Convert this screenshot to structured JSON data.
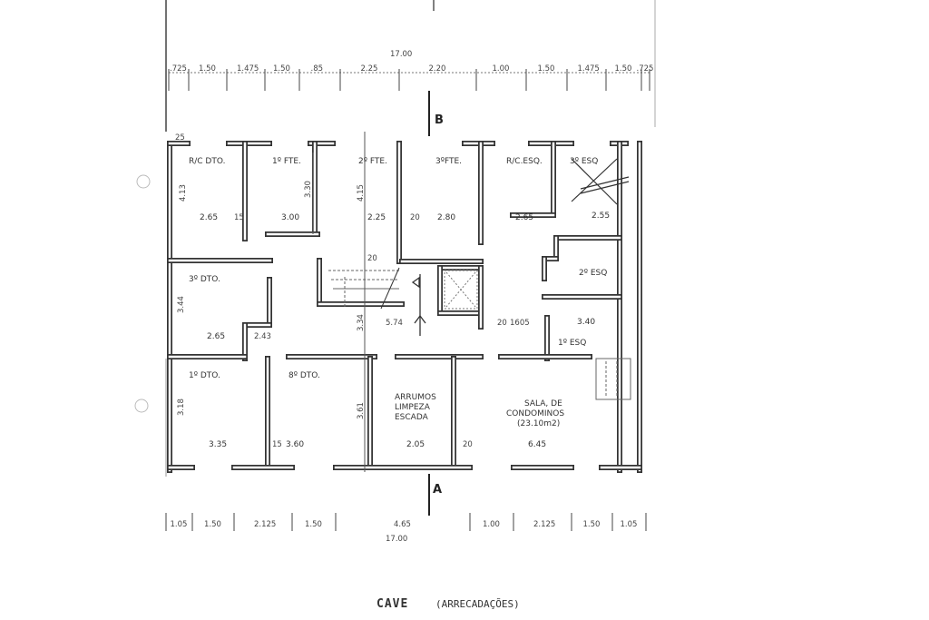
{
  "title": {
    "main": "CAVE",
    "sub": "(ARRECADAÇÕES)"
  },
  "section_marks": {
    "top": "B",
    "bottom": "A"
  },
  "top_dimensions": {
    "total": "17.00",
    "segments": [
      ".725",
      "1.50",
      "1.475",
      "1.50",
      ".85",
      "2.25",
      "2.20",
      "1.00",
      "1.50",
      "1.475",
      "1.50",
      ".725"
    ]
  },
  "bottom_dimensions": {
    "total": "17.00",
    "segments": [
      "1.05",
      "1.50",
      "2.125",
      "1.50",
      "4.65",
      "1.00",
      "2.125",
      "1.50",
      "1.05"
    ]
  },
  "rooms": [
    {
      "name": "R/C DTO.",
      "width": "2.65"
    },
    {
      "name": "1º FTE.",
      "width": "3.00"
    },
    {
      "name": "2º FTE.",
      "width": "2.25"
    },
    {
      "name": "3ºFTE.",
      "width": "2.80"
    },
    {
      "name": "R/C.ESQ.",
      "width": "2.65"
    },
    {
      "name": "3º ESQ",
      "width": "2.55"
    },
    {
      "name": "3º DTO.",
      "width": "2.65"
    },
    {
      "name": "2º ESQ",
      "width": "3.40"
    },
    {
      "name": "1º ESQ",
      "width": ""
    },
    {
      "name": "1º DTO.",
      "width": "3.35"
    },
    {
      "name": "8º DTO.",
      "width": "3.60"
    },
    {
      "name": "ARRUMOS",
      "width": "2.05"
    },
    {
      "name": "SALA, DE",
      "width": "6.45"
    }
  ],
  "room_extra": {
    "arrumos_2": "LIMPEZA",
    "arrumos_3": "ESCADA",
    "sala_2": "CONDOMINOS",
    "sala_3": "(23.10m2)"
  },
  "inner_dims": {
    "h_413": "4.13",
    "h_330": "3.30",
    "h_415": "4.15",
    "h_344": "3.44",
    "h_361": "3.61",
    "h_334": "3.34",
    "h_318": "3.18",
    "d_574": "5.74",
    "d_1605": "1605",
    "d_243": "2.43",
    "d_20": "20",
    "d_15": "15",
    "d_25": "25"
  }
}
